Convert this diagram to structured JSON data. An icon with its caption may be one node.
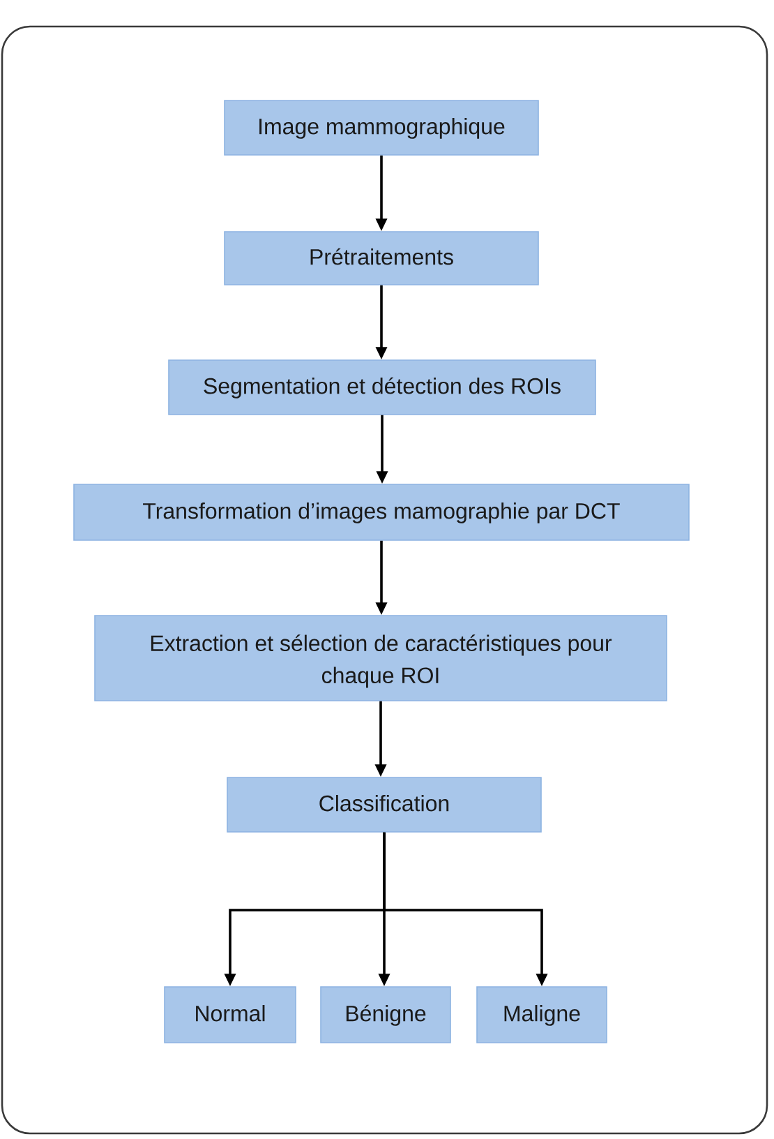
{
  "diagram": {
    "nodes": [
      {
        "text": [
          "Image mammographique"
        ]
      },
      {
        "text": [
          "Prétraitements"
        ]
      },
      {
        "text": [
          "Segmentation et détection des ROIs"
        ]
      },
      {
        "text": [
          "Transformation d’images mamographie par DCT"
        ]
      },
      {
        "text": [
          "Extraction et sélection de caractéristiques pour chaque ROI"
        ]
      },
      {
        "text": [
          "Classification"
        ]
      },
      {
        "text": [
          "Normal"
        ]
      },
      {
        "text": [
          "Bénigne"
        ]
      },
      {
        "text": [
          "Maligne"
        ]
      }
    ],
    "edges": [
      {
        "from": 0,
        "to": 1,
        "arrow": "to"
      },
      {
        "from": 1,
        "to": 2,
        "arrow": "to"
      },
      {
        "from": 2,
        "to": 3,
        "arrow": "to"
      },
      {
        "from": 3,
        "to": 4,
        "arrow": "to"
      },
      {
        "from": 4,
        "to": 5,
        "arrow": "to"
      },
      {
        "from": 5,
        "to": 6,
        "arrow": "to"
      },
      {
        "from": 5,
        "to": 7,
        "arrow": "to"
      },
      {
        "from": 5,
        "to": 8,
        "arrow": "to"
      }
    ]
  }
}
